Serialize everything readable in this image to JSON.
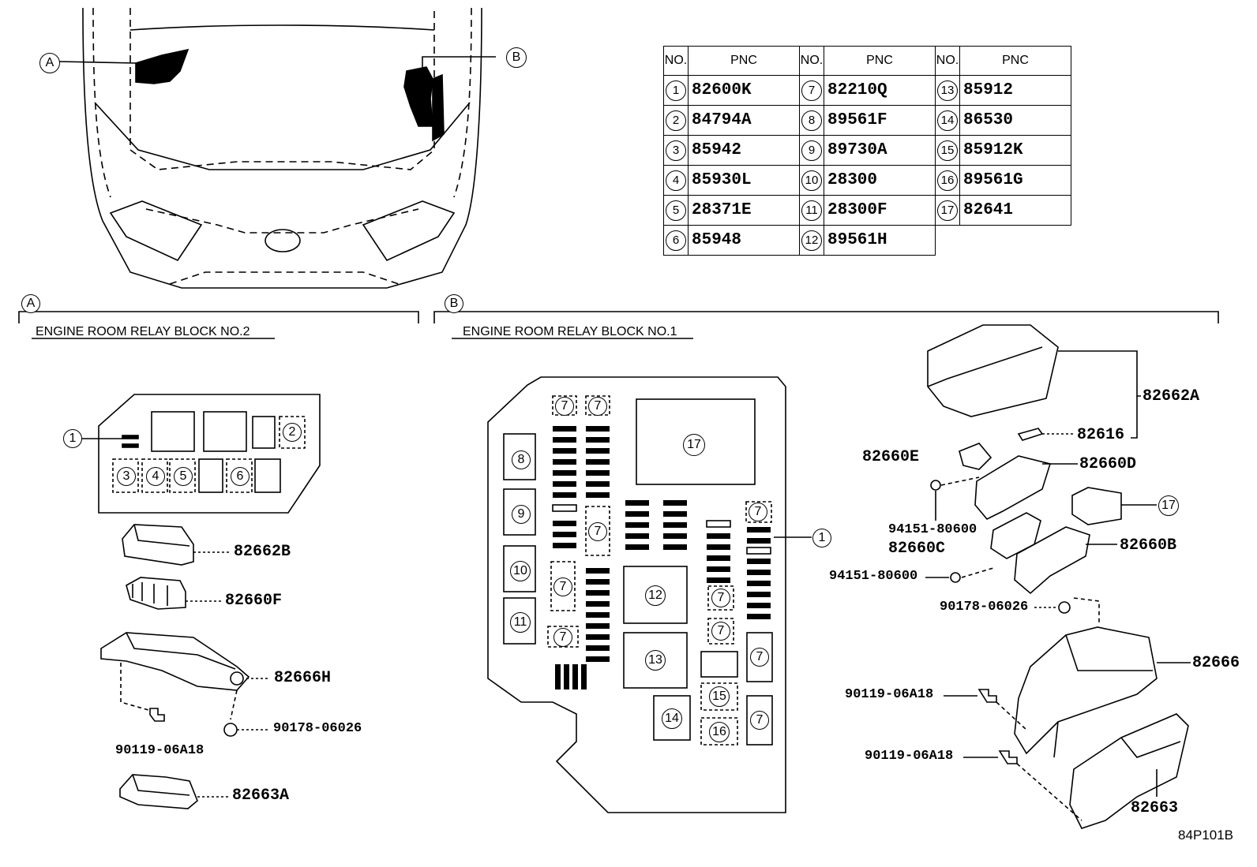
{
  "callouts": {
    "a": "A",
    "b": "B"
  },
  "pnc_table": {
    "header_no": "NO.",
    "header_pnc": "PNC",
    "columns": [
      [
        {
          "no": "1",
          "pnc": "82600K"
        },
        {
          "no": "2",
          "pnc": "84794A"
        },
        {
          "no": "3",
          "pnc": "85942"
        },
        {
          "no": "4",
          "pnc": "85930L"
        },
        {
          "no": "5",
          "pnc": "28371E"
        },
        {
          "no": "6",
          "pnc": "85948"
        }
      ],
      [
        {
          "no": "7",
          "pnc": "82210Q"
        },
        {
          "no": "8",
          "pnc": "89561F"
        },
        {
          "no": "9",
          "pnc": "89730A"
        },
        {
          "no": "10",
          "pnc": "28300"
        },
        {
          "no": "11",
          "pnc": "28300F"
        },
        {
          "no": "12",
          "pnc": "89561H"
        }
      ],
      [
        {
          "no": "13",
          "pnc": "85912"
        },
        {
          "no": "14",
          "pnc": "86530"
        },
        {
          "no": "15",
          "pnc": "85912K"
        },
        {
          "no": "16",
          "pnc": "89561G"
        },
        {
          "no": "17",
          "pnc": "82641"
        }
      ]
    ]
  },
  "section_a": {
    "letter": "A",
    "title": "ENGINE ROOM RELAY BLOCK NO.2",
    "block_numbers": [
      "1",
      "2",
      "3",
      "4",
      "5",
      "6"
    ],
    "parts": [
      "82662B",
      "82660F",
      "82666H",
      "90178-06026",
      "90119-06A18",
      "82663A"
    ]
  },
  "section_b": {
    "letter": "B",
    "title": "ENGINE ROOM RELAY BLOCK NO.1",
    "block_numbers": [
      "7",
      "8",
      "9",
      "10",
      "11",
      "12",
      "13",
      "14",
      "15",
      "16",
      "17",
      "1"
    ],
    "parts": [
      "82662A",
      "82616",
      "82660E",
      "82660D",
      "17",
      "94151-80600",
      "82660C",
      "82660B",
      "94151-80600",
      "90178-06026",
      "82666",
      "90119-06A18",
      "90119-06A18",
      "82663"
    ]
  },
  "diagram_code": "84P101B"
}
